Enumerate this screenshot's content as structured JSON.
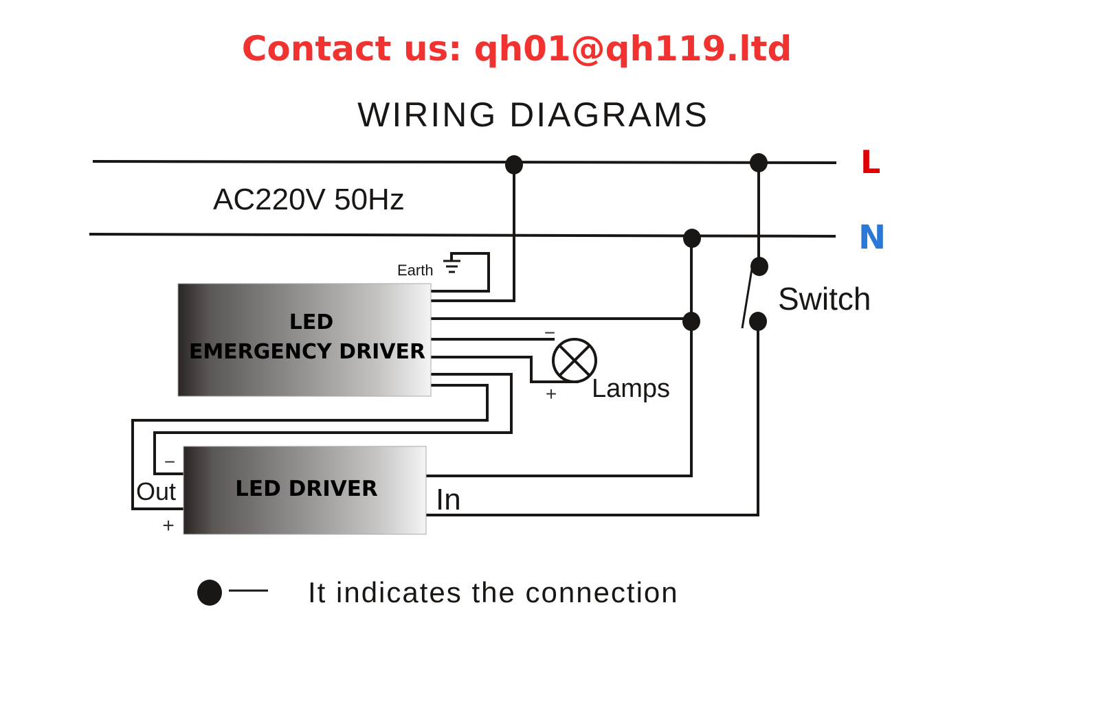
{
  "header": {
    "contact": "Contact us: qh01@qh119.ltd",
    "contact_color": "#f03330",
    "title": "WIRING DIAGRAMS"
  },
  "supply": {
    "label": "AC220V 50Hz",
    "line_label": "L",
    "line_color": "#e00000",
    "neutral_label": "N",
    "neutral_color": "#2a78d8"
  },
  "components": {
    "emergency_driver": {
      "line1": "LED",
      "line2": "EMERGENCY DRIVER"
    },
    "led_driver": {
      "label": "LED DRIVER",
      "out_label": "Out",
      "in_label": "In",
      "minus": "−",
      "plus": "+"
    },
    "earth": {
      "label": "Earth"
    },
    "lamps": {
      "label": "Lamps",
      "minus": "−",
      "plus": "+"
    },
    "switch": {
      "label": "Switch"
    }
  },
  "legend": {
    "text": "It indicates the connection",
    "icon": "connection-dot-icon"
  }
}
